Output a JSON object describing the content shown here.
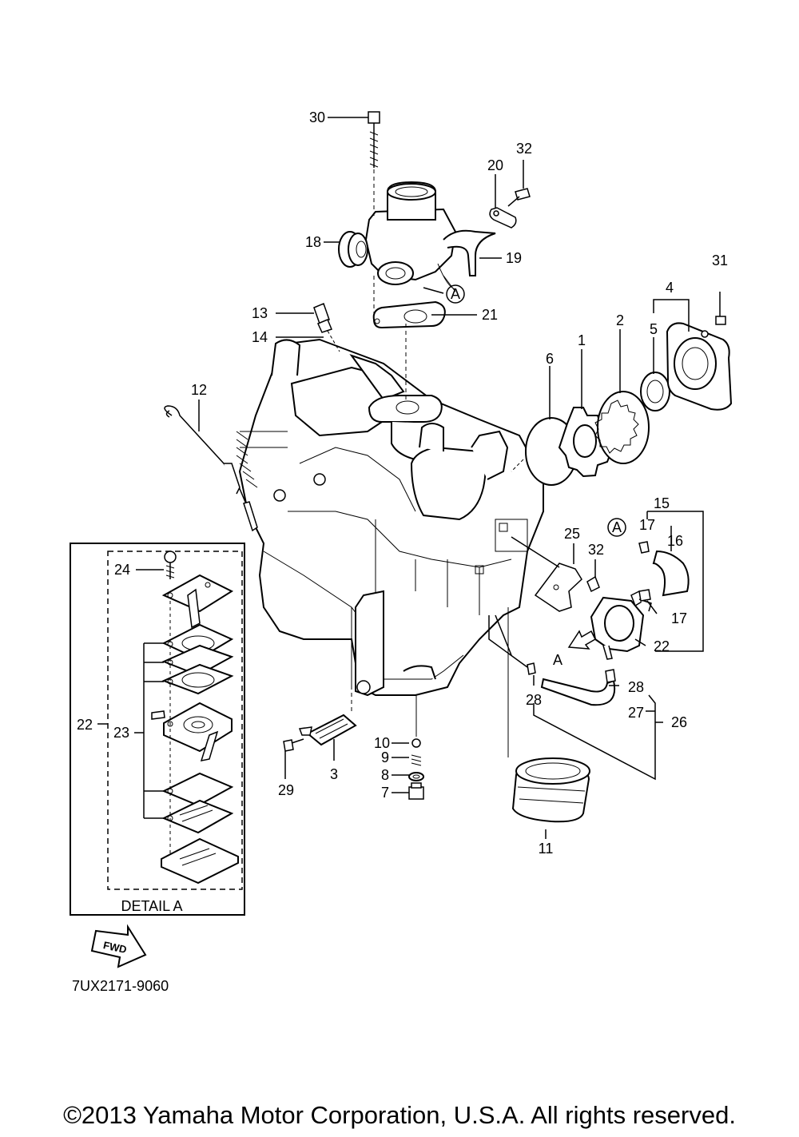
{
  "callouts": {
    "c1": "1",
    "c2": "2",
    "c3": "3",
    "c4": "4",
    "c5": "5",
    "c6": "6",
    "c7": "7",
    "c8": "8",
    "c9": "9",
    "c10": "10",
    "c11": "11",
    "c12": "12",
    "c13": "13",
    "c14": "14",
    "c15": "15",
    "c16": "16",
    "c17a": "17",
    "c17b": "17",
    "c18": "18",
    "c19": "19",
    "c20": "20",
    "c21": "21",
    "c22": "22",
    "c22d": "22",
    "c23": "23",
    "c24": "24",
    "c25": "25",
    "c26": "26",
    "c27": "27",
    "c28a": "28",
    "c28b": "28",
    "c29": "29",
    "c30": "30",
    "c31": "31",
    "c32a": "32",
    "c32b": "32"
  },
  "markers": {
    "circle_a_top": "A",
    "circle_a_right": "A",
    "arrow_a": "A"
  },
  "detail_label": "DETAIL A",
  "fwd_label": "FWD",
  "diagram_code": "7UX2171-9060",
  "copyright": "©2013 Yamaha Motor Corporation, U.S.A. All rights reserved."
}
